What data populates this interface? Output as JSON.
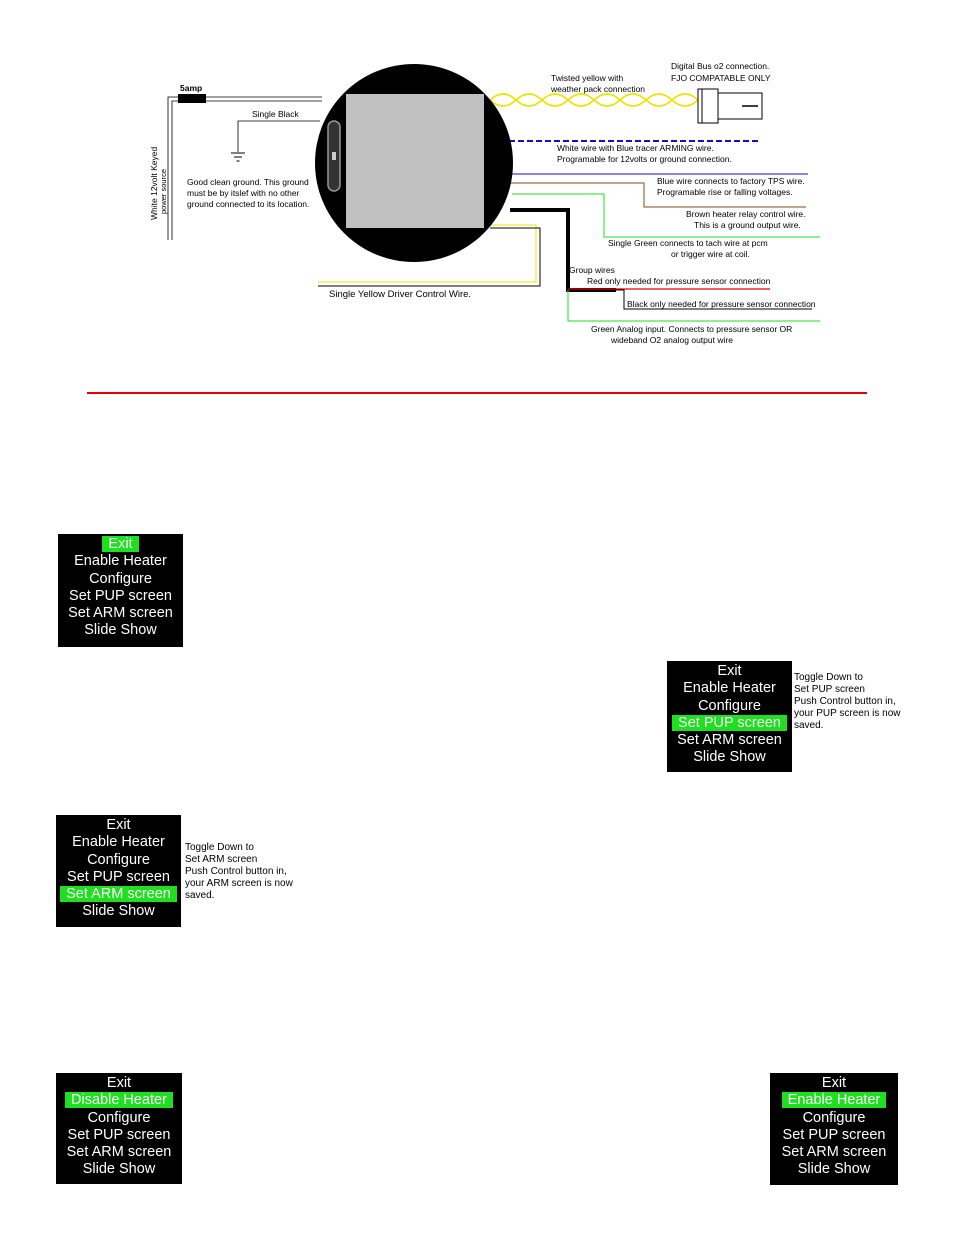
{
  "diagram": {
    "labels": {
      "fuse": "5amp",
      "single_black": "Single Black",
      "power_source_1": "White 12volt Keyed",
      "power_source_2": "power source",
      "ground_note_1": "Good clean ground.  This ground",
      "ground_note_2": "must be by itslef with no other",
      "ground_note_3": "ground connected to its location.",
      "twisted_1": "Twisted yellow with",
      "twisted_2": "weather pack connection",
      "digital_bus_1": "Digital Bus o2 connection.",
      "digital_bus_2": "FJO COMPATABLE ONLY",
      "white_wire_1": "White wire with Blue tracer  ARMING wire.",
      "white_wire_2": "Programable for  12volts or ground connection.",
      "blue_wire_1": "Blue wire connects to factory TPS wire.",
      "blue_wire_2": "Programable rise or falling voltages.",
      "brown_wire_1": "Brown heater relay control wire.",
      "brown_wire_2": "This is a ground output wire.",
      "green_tach_1": "Single Green connects to tach wire at pcm",
      "green_tach_2": "or trigger wire at coil.",
      "group_wires": "Group wires",
      "red_wire": "Red only needed for pressure sensor connection",
      "black_wire": "Black only needed for pressure sensor connection",
      "green_analog_1": "Green Analog input.  Connects to pressure sensor OR",
      "green_analog_2": "wideband O2 analog output wire",
      "yellow_driver": "Single Yellow Driver Control Wire."
    },
    "colors": {
      "yellow": "#f0e000",
      "green": "#22dd22",
      "blue": "#1010c0",
      "brown": "#8b4513",
      "red": "#e00000",
      "black": "#000000",
      "gauge_face": "#c0c0c0"
    }
  },
  "menus": [
    {
      "items": [
        "Exit",
        "Enable Heater",
        "Configure",
        "Set PUP screen",
        "Set ARM screen",
        "Slide Show"
      ],
      "highlight": 0
    },
    {
      "items": [
        "Exit",
        "Enable Heater",
        "Configure",
        "Set PUP screen",
        "Set ARM screen",
        "Slide Show"
      ],
      "highlight": 3,
      "note": "Toggle Down to\nSet PUP screen\nPush Control button in,\nyour PUP screen is now\nsaved."
    },
    {
      "items": [
        "Exit",
        "Enable Heater",
        "Configure",
        "Set PUP screen",
        "Set ARM screen",
        "Slide Show"
      ],
      "highlight": 4,
      "note": "Toggle Down to\nSet ARM screen\nPush Control button in,\nyour ARM screen is now\nsaved."
    },
    {
      "items": [
        "Exit",
        "Disable Heater",
        "Configure",
        "Set PUP screen",
        "Set ARM screen",
        "Slide Show"
      ],
      "highlight": 1
    },
    {
      "items": [
        "Exit",
        "Enable Heater",
        "Configure",
        "Set PUP screen",
        "Set ARM screen",
        "Slide Show"
      ],
      "highlight": 1
    }
  ]
}
